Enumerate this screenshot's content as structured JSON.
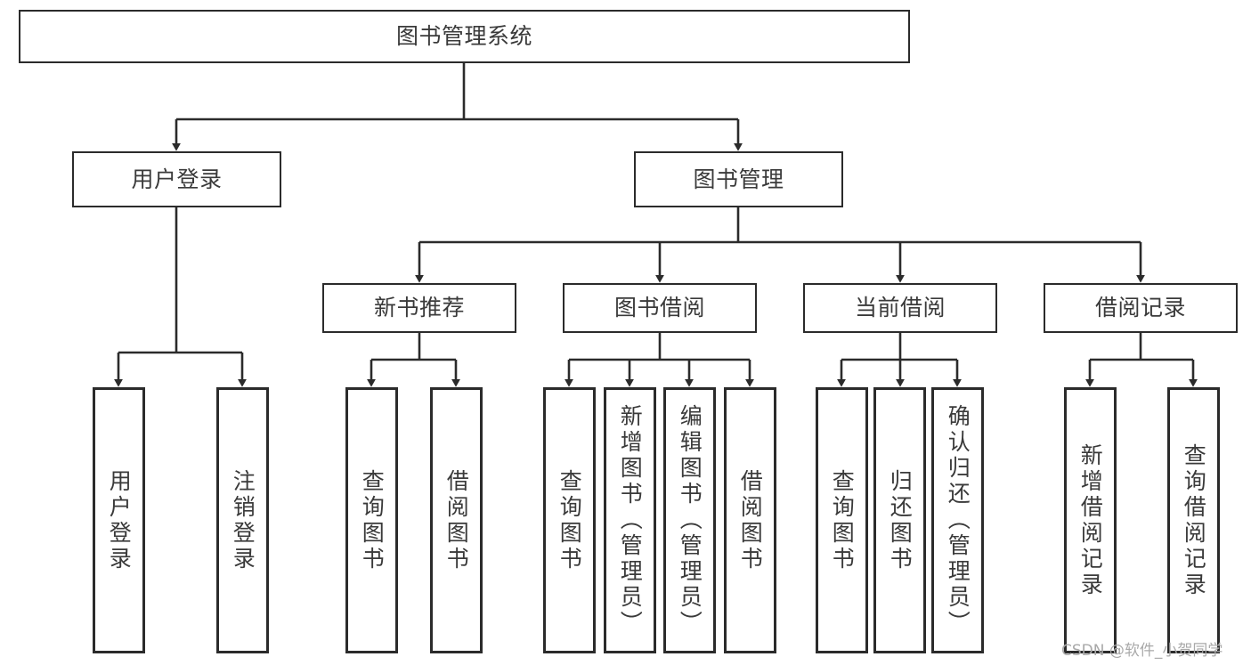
{
  "diagram": {
    "type": "tree",
    "title": "图书管理系统",
    "orientation": "top-down",
    "edge_style": "orthogonal-arrow",
    "colors": {
      "node_border": "#2b2b2b",
      "node_fill": "#ffffff",
      "text": "#3a3a3a",
      "edge": "#2b2b2b",
      "watermark": "#a9a9a9",
      "background": "#ffffff"
    },
    "root": {
      "label": "图书管理系统"
    },
    "level2": [
      {
        "label": "用户登录"
      },
      {
        "label": "图书管理"
      }
    ],
    "level3": [
      {
        "label": "新书推荐"
      },
      {
        "label": "图书借阅"
      },
      {
        "label": "当前借阅"
      },
      {
        "label": "借阅记录"
      }
    ],
    "leaves": {
      "user_login": [
        {
          "label": "用户登录"
        },
        {
          "label": "注销登录"
        }
      ],
      "new_book_recommend": [
        {
          "label": "查询图书"
        },
        {
          "label": "借阅图书"
        }
      ],
      "book_borrow": [
        {
          "label": "查询图书"
        },
        {
          "label": "新增图书（管理员）"
        },
        {
          "label": "编辑图书（管理员）"
        },
        {
          "label": "借阅图书"
        }
      ],
      "current_borrow": [
        {
          "label": "查询图书"
        },
        {
          "label": "归还图书"
        },
        {
          "label": "确认归还（管理员）"
        }
      ],
      "borrow_record": [
        {
          "label": "新增借阅记录"
        },
        {
          "label": "查询借阅记录"
        }
      ]
    }
  },
  "watermark": {
    "text": "CSDN @软件_小贺同学"
  }
}
